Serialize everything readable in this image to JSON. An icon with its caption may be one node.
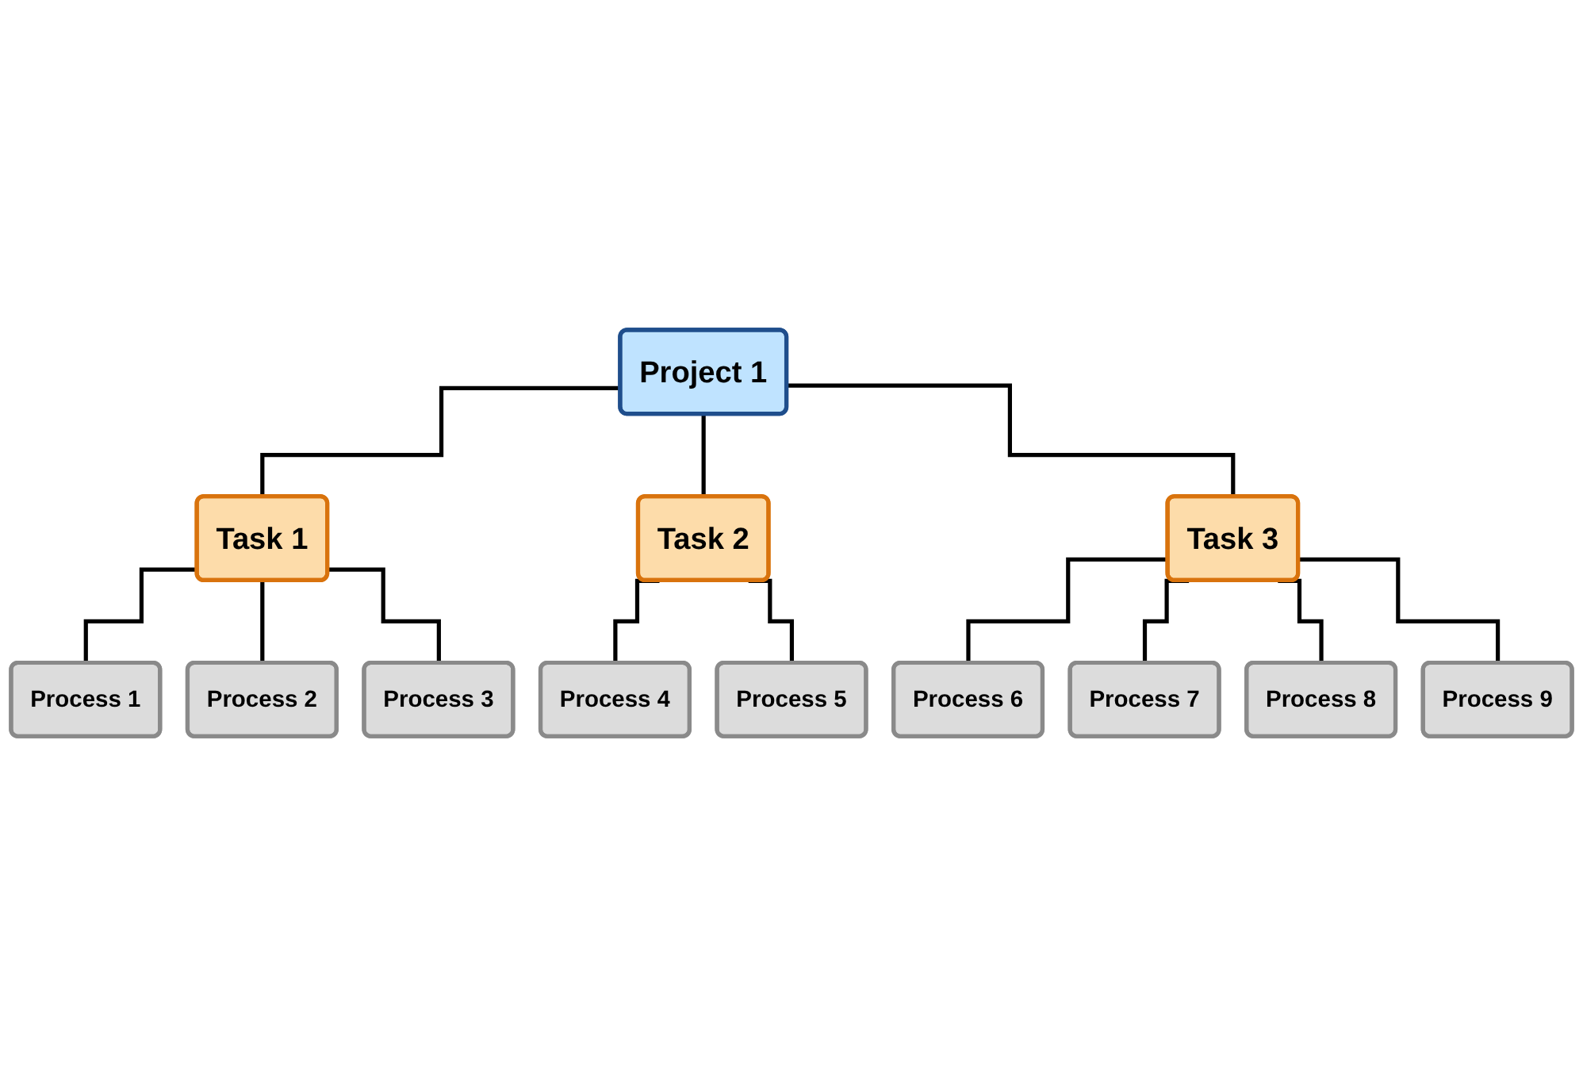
{
  "diagram": {
    "nodes": [
      {
        "text": [
          "Project 1"
        ]
      },
      {
        "text": [
          "Task 1"
        ]
      },
      {
        "text": [
          "Task 2"
        ]
      },
      {
        "text": [
          "Task 3"
        ]
      },
      {
        "text": [
          "Process 1"
        ]
      },
      {
        "text": [
          "Process 2"
        ]
      },
      {
        "text": [
          "Process 3"
        ]
      },
      {
        "text": [
          "Process 4"
        ]
      },
      {
        "text": [
          "Process 5"
        ]
      },
      {
        "text": [
          "Process 6"
        ]
      },
      {
        "text": [
          "Process 7"
        ]
      },
      {
        "text": [
          "Process 8"
        ]
      },
      {
        "text": [
          "Process 9"
        ]
      }
    ],
    "edges": [
      {
        "from": 0,
        "to": 1,
        "arrow": "none"
      },
      {
        "from": 0,
        "to": 2,
        "arrow": "none"
      },
      {
        "from": 0,
        "to": 3,
        "arrow": "none"
      },
      {
        "from": 1,
        "to": 4,
        "arrow": "none"
      },
      {
        "from": 1,
        "to": 5,
        "arrow": "none"
      },
      {
        "from": 1,
        "to": 6,
        "arrow": "none"
      },
      {
        "from": 2,
        "to": 7,
        "arrow": "none"
      },
      {
        "from": 2,
        "to": 8,
        "arrow": "none"
      },
      {
        "from": 3,
        "to": 9,
        "arrow": "none"
      },
      {
        "from": 3,
        "to": 10,
        "arrow": "none"
      },
      {
        "from": 3,
        "to": 11,
        "arrow": "none"
      },
      {
        "from": 3,
        "to": 12,
        "arrow": "none"
      }
    ]
  }
}
